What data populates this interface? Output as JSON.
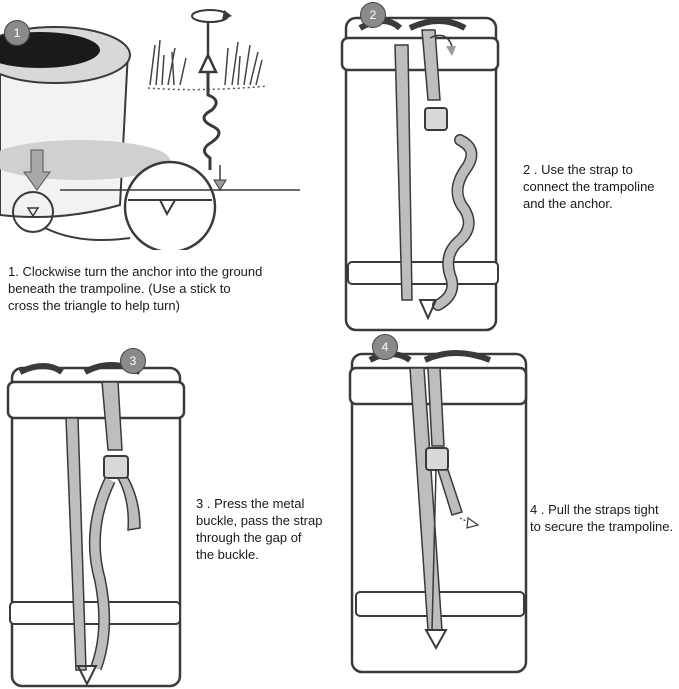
{
  "steps": [
    {
      "number": "1",
      "text": "1. Clockwise turn the anchor into the ground\nbeneath the trampoline. (Use a stick to\ncross the triangle to help turn)",
      "icon": "anchor-ground-illustration"
    },
    {
      "number": "2",
      "text": "2 . Use the strap to\nconnect the trampoline\nand the anchor.",
      "icon": "strap-connect-illustration"
    },
    {
      "number": "3",
      "text": "3 . Press the metal\nbuckle, pass the strap\nthrough the gap of\nthe buckle.",
      "icon": "buckle-illustration"
    },
    {
      "number": "4",
      "text": "4 . Pull the straps tight\nto secure the trampoline.",
      "icon": "pull-tight-illustration"
    }
  ],
  "colors": {
    "outline": "#3a3a3a",
    "strap": "#bdbdbd",
    "badge": "#8a8a8a",
    "grass": "#444444"
  }
}
